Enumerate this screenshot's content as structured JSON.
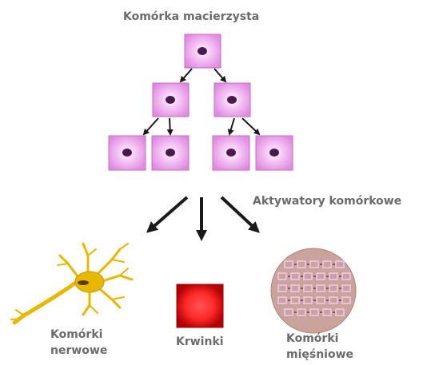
{
  "title": "Komórka macierzysta",
  "activators": "Aktywatory komórkowe",
  "nerve_label": [
    "Komórki",
    "nerwowe"
  ],
  "blood_label": "Krwinki",
  "muscle_label": [
    "Komórki",
    "mięśniowe"
  ],
  "colors": {
    "cell_fill": "#e8a4e8",
    "cell_border": "#b85db8",
    "nucleus": "#4a1a4f",
    "neuron": "#e8b800",
    "blood": "#e02020",
    "muscle": "#caa49a",
    "arrow": "#1a1a1a",
    "label": "#6b6b6b"
  }
}
